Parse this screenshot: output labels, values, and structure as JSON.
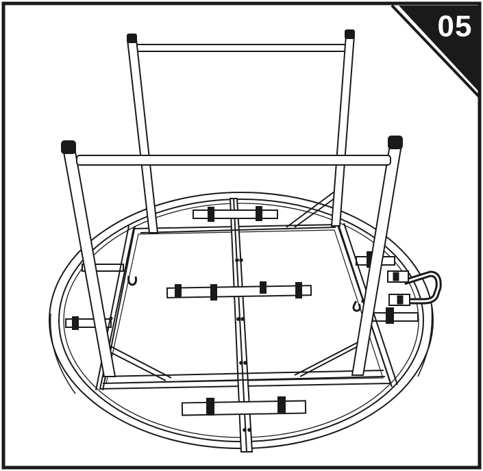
{
  "step": {
    "number": "05"
  },
  "colors": {
    "ink": "#1a1a1a",
    "paper": "#ffffff",
    "badge": "#1a1a1a"
  },
  "illustration": {
    "subject": "table-upside-down-with-folding-legs",
    "parts": [
      "round-table-top",
      "leg-frame-back",
      "leg-frame-front",
      "seam-rail",
      "brace",
      "handle",
      "hook"
    ]
  }
}
